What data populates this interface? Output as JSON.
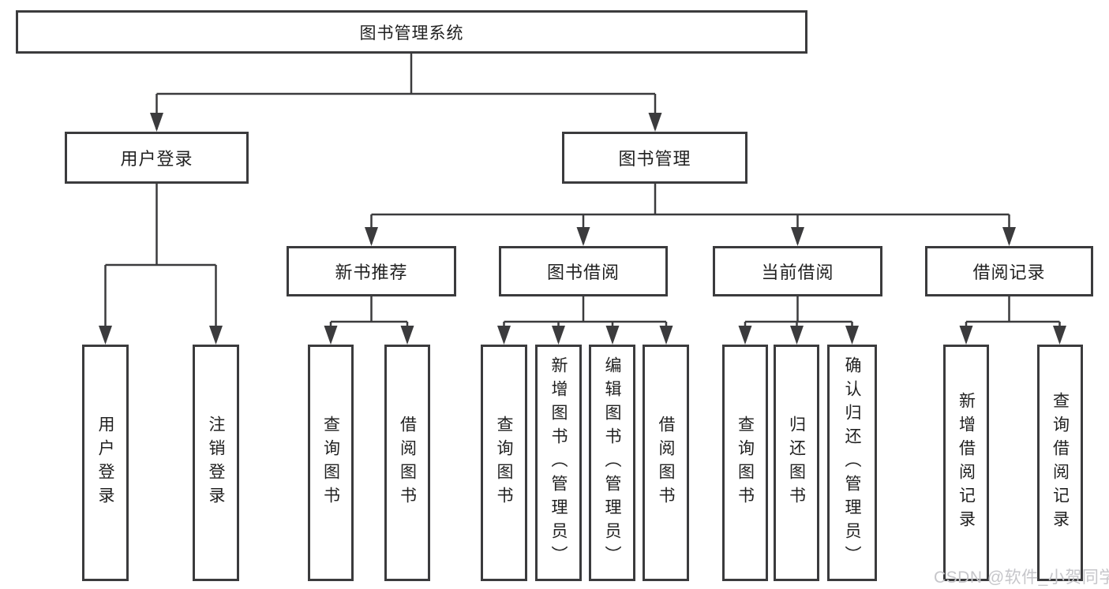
{
  "colors": {
    "background": "#ffffff",
    "line": "#3b3b3d",
    "box_border": "#3b3b3d",
    "text": "#212121",
    "watermark": "#c6c6ca"
  },
  "tree": {
    "root": {
      "label": "图书管理系统"
    },
    "branches": [
      {
        "label": "用户登录",
        "children": [
          {
            "label": "用户登录"
          },
          {
            "label": "注销登录"
          }
        ]
      },
      {
        "label": "图书管理",
        "children": [
          {
            "label": "新书推荐",
            "children": [
              {
                "label": "查询图书"
              },
              {
                "label": "借阅图书"
              }
            ]
          },
          {
            "label": "图书借阅",
            "children": [
              {
                "label": "查询图书"
              },
              {
                "label": "新增图书（管理员）"
              },
              {
                "label": "编辑图书（管理员）"
              },
              {
                "label": "借阅图书"
              }
            ]
          },
          {
            "label": "当前借阅",
            "children": [
              {
                "label": "查询图书"
              },
              {
                "label": "归还图书"
              },
              {
                "label": "确认归还（管理员）"
              }
            ]
          },
          {
            "label": "借阅记录",
            "children": [
              {
                "label": "新增借阅记录"
              },
              {
                "label": "查询借阅记录"
              }
            ]
          }
        ]
      }
    ]
  },
  "watermark": {
    "text": "CSDN @软件_小贺同学"
  }
}
